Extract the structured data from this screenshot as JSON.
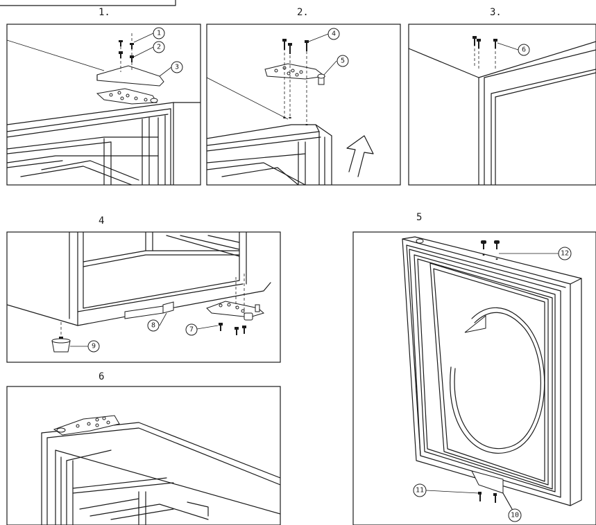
{
  "steps": [
    {
      "number": "1."
    },
    {
      "number": "2."
    },
    {
      "number": "3."
    },
    {
      "number": "4"
    },
    {
      "number": "5"
    },
    {
      "number": "6"
    }
  ],
  "callouts": [
    "1",
    "2",
    "3",
    "4",
    "5",
    "6",
    "7",
    "8",
    "9",
    "10",
    "11",
    "12"
  ]
}
